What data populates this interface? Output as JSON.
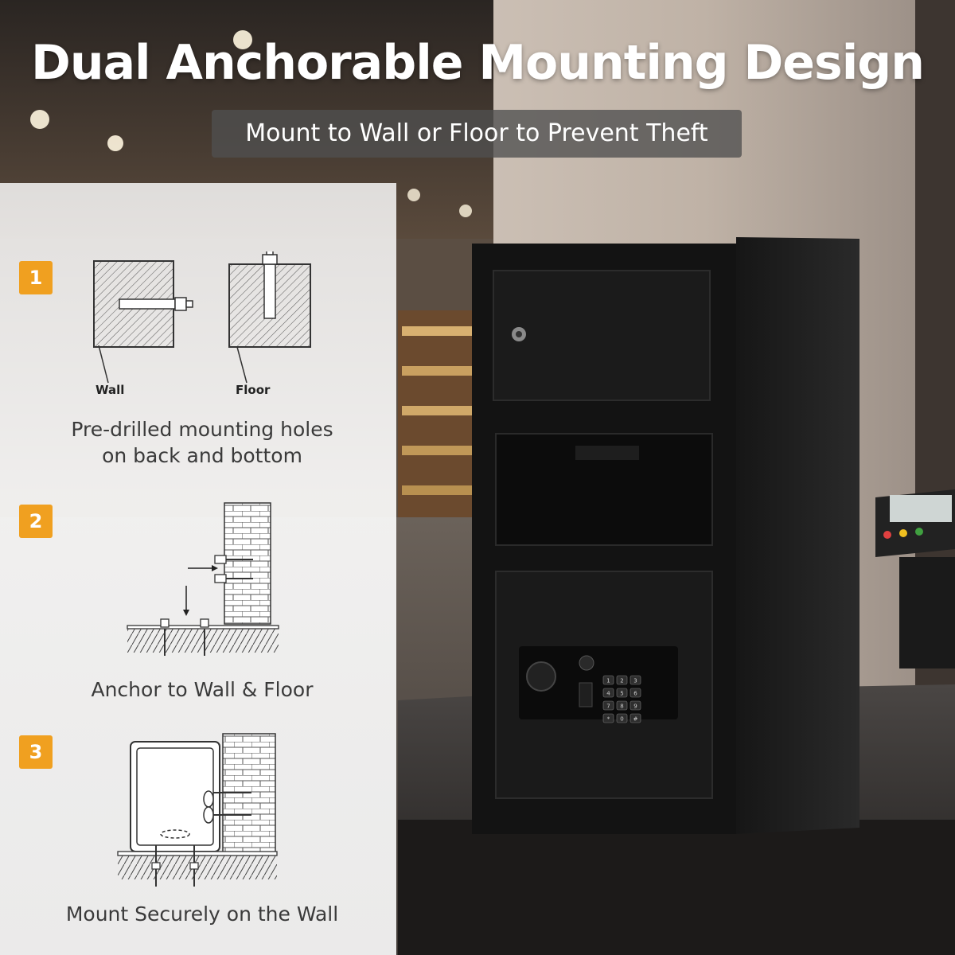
{
  "headline": "Dual Anchorable Mounting Design",
  "subtitle": "Mount to Wall or Floor to Prevent Theft",
  "steps": [
    {
      "number": "1",
      "labels": [
        "Wall",
        "Floor"
      ],
      "caption_line1": "Pre-drilled mounting holes",
      "caption_line2": "on back and bottom"
    },
    {
      "number": "2",
      "caption": "Anchor to Wall & Floor"
    },
    {
      "number": "3",
      "caption": "Mount Securely on the Wall"
    }
  ],
  "keypad": {
    "keys": [
      "1",
      "2",
      "3",
      "4",
      "5",
      "6",
      "7",
      "8",
      "9",
      "*",
      "0",
      "#"
    ]
  },
  "colors": {
    "badge": "#f0a020",
    "safe_body": "#111111",
    "panel": "#ffffff"
  }
}
